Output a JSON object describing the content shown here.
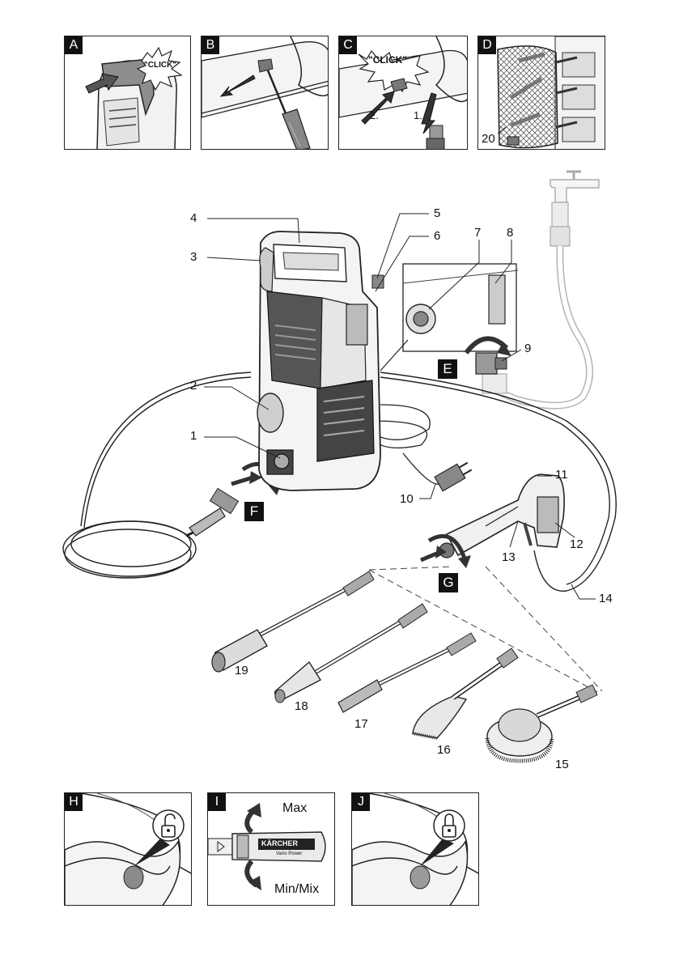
{
  "top_panels": [
    {
      "tag": "A",
      "click_text": "\"CLICK\""
    },
    {
      "tag": "B"
    },
    {
      "tag": "C",
      "click_text": "\"CLICK\"",
      "step1": "1.",
      "step2": "2."
    },
    {
      "tag": "D",
      "part_number": "20"
    }
  ],
  "main_callouts": [
    "1",
    "2",
    "3",
    "4",
    "5",
    "6",
    "7",
    "8",
    "9",
    "10",
    "11",
    "12",
    "13",
    "14",
    "15",
    "16",
    "17",
    "18",
    "19"
  ],
  "action_tags": {
    "E": "E",
    "F": "F",
    "G": "G"
  },
  "bottom_panels": [
    {
      "tag": "H"
    },
    {
      "tag": "I",
      "max_label": "Max",
      "min_label": "Min/Mix",
      "brand": "KÄRCHER",
      "sub": "Vario Power"
    },
    {
      "tag": "J"
    }
  ]
}
